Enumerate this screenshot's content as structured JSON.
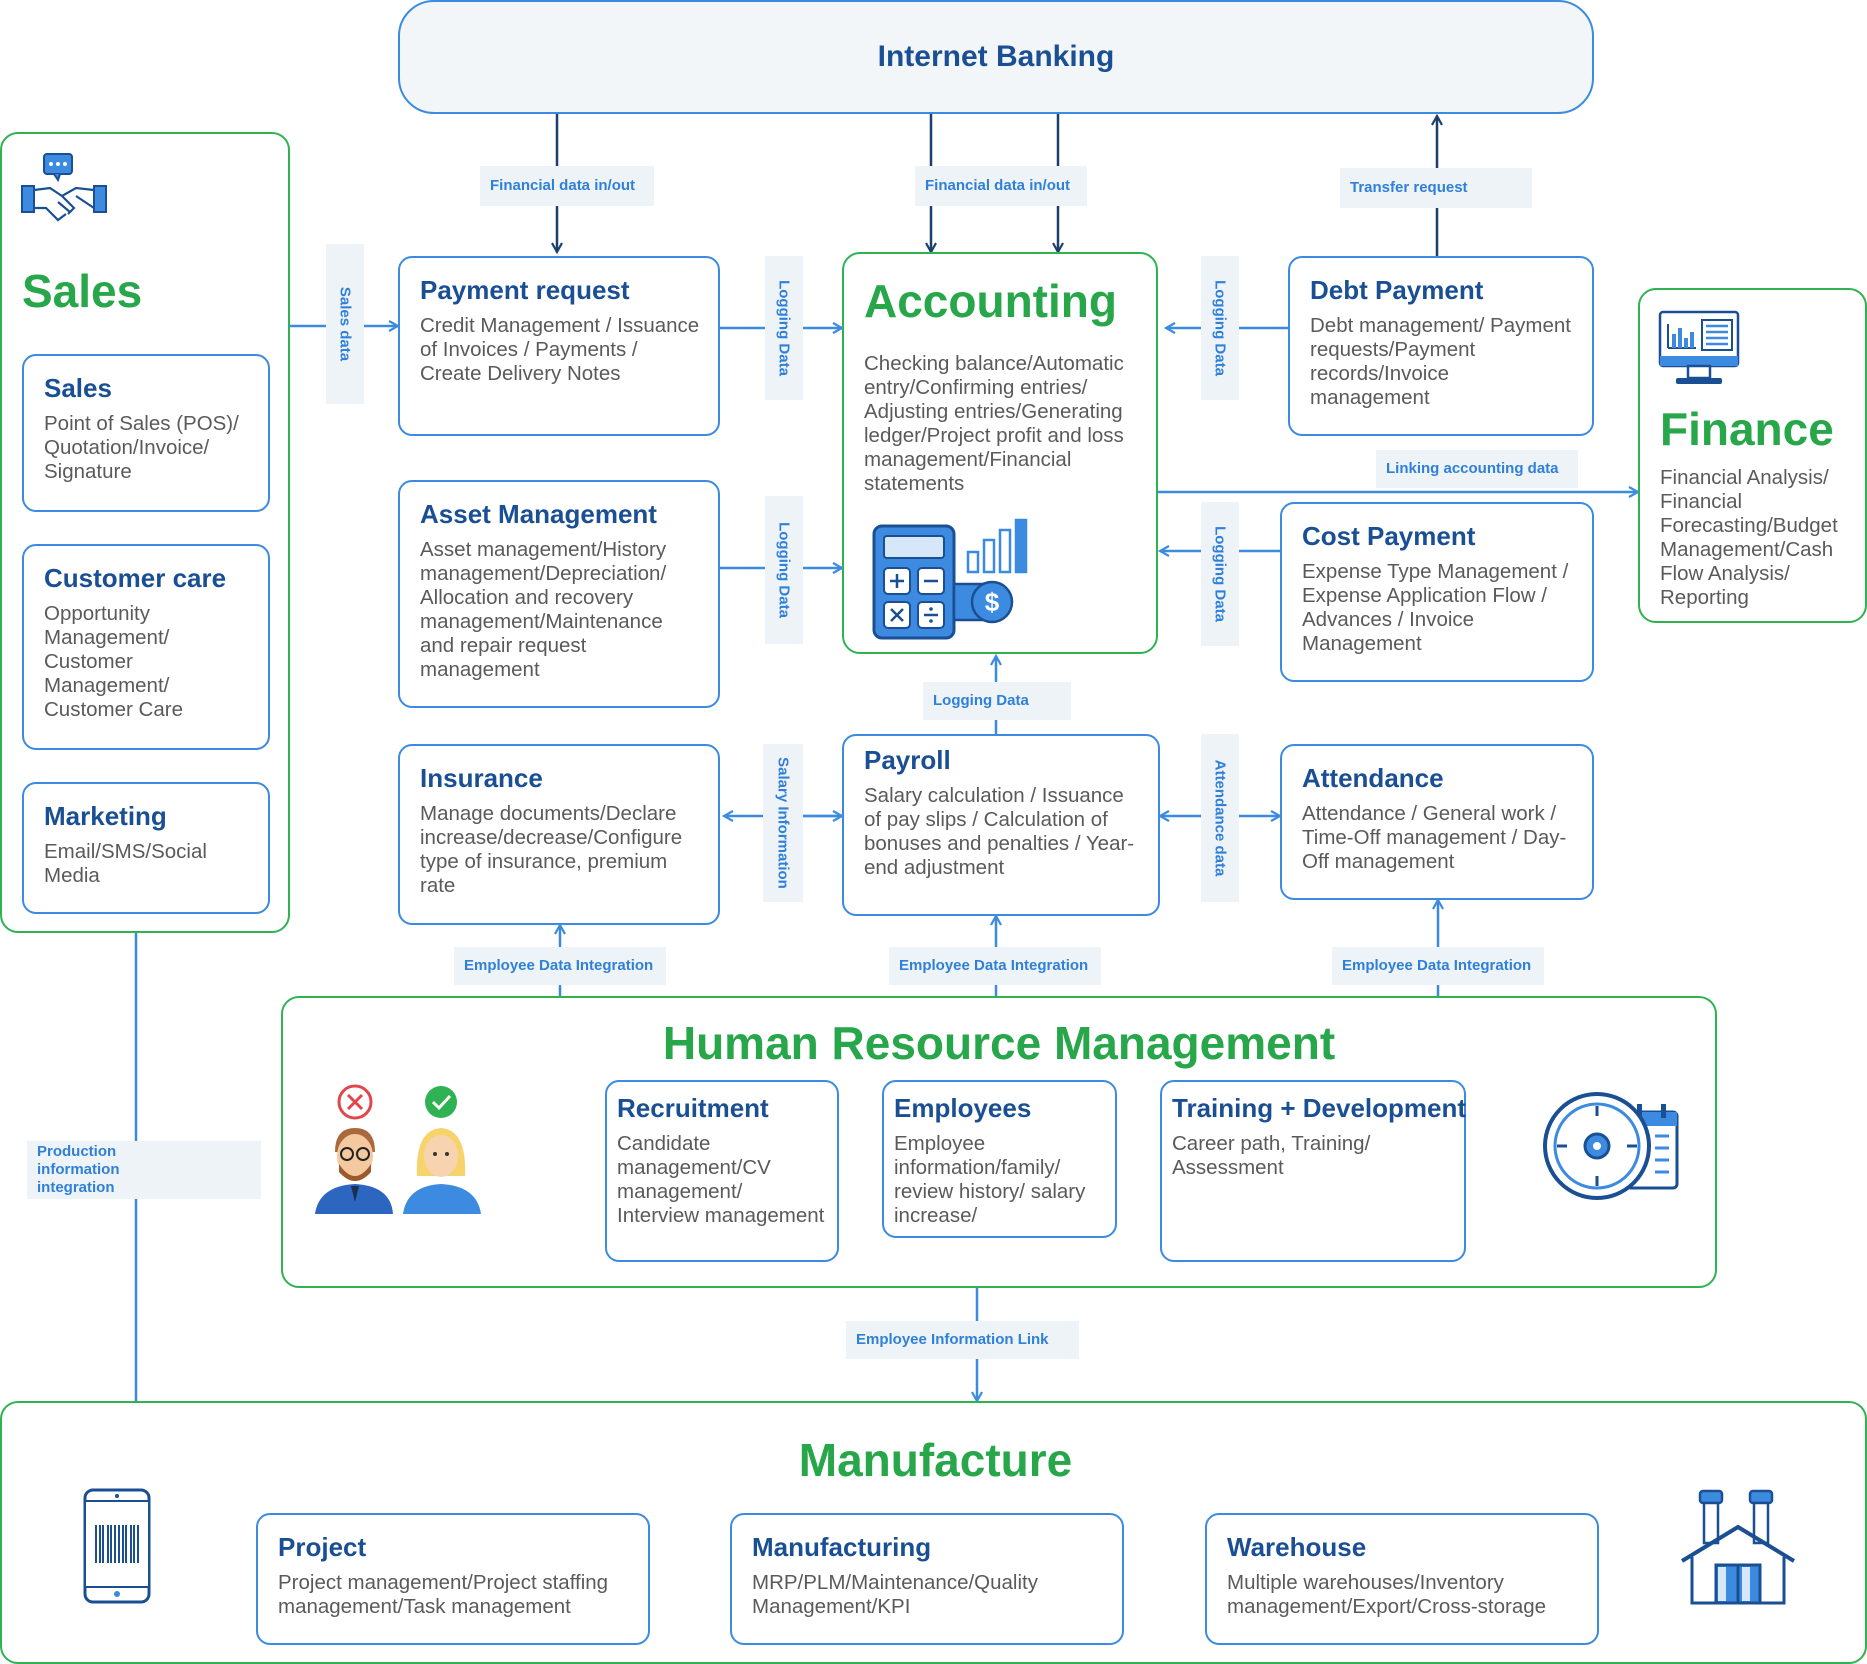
{
  "internet_banking": {
    "title": "Internet Banking"
  },
  "sales_panel": {
    "title": "Sales",
    "icon": "handshake-icon",
    "modules": [
      {
        "title": "Sales",
        "desc": "Point of Sales (POS)/ Quotation/Invoice/ Signature"
      },
      {
        "title": "Customer care",
        "desc": "Opportunity Management/ Customer Management/ Customer Care"
      },
      {
        "title": "Marketing",
        "desc": "Email/SMS/Social Media"
      }
    ]
  },
  "finance_panel": {
    "title": "Finance",
    "icon": "monitor-chart-icon",
    "desc": "Financial Analysis/ Financial Forecasting/Budget Management/Cash Flow Analysis/ Reporting"
  },
  "accounting": {
    "title": "Accounting",
    "icon": "calculator-icon",
    "desc": "Checking balance/Automatic entry/Confirming entries/ Adjusting entries/Generating ledger/Project profit and loss management/Financial statements"
  },
  "modules": {
    "payment_request": {
      "title": "Payment request",
      "desc": "Credit Management / Issuance of Invoices / Payments / Create Delivery Notes"
    },
    "debt_payment": {
      "title": "Debt Payment",
      "desc": "Debt management/ Payment requests/Payment records/Invoice management"
    },
    "asset_management": {
      "title": "Asset Management",
      "desc": "Asset management/History management/Depreciation/ Allocation and recovery management/Maintenance and repair request management"
    },
    "cost_payment": {
      "title": "Cost Payment",
      "desc": "Expense Type Management / Expense Application Flow / Advances / Invoice Management"
    },
    "insurance": {
      "title": "Insurance",
      "desc": "Manage documents/Declare increase/decrease/Configure type of insurance, premium rate"
    },
    "payroll": {
      "title": "Payroll",
      "desc": "Salary calculation / Issuance of pay slips / Calculation of bonuses and penalties / Year-end adjustment"
    },
    "attendance": {
      "title": "Attendance",
      "desc": "Attendance / General work / Time-Off management / Day-Off management"
    }
  },
  "hrm": {
    "title": "Human Resource Management",
    "icons": [
      "rejected-candidate-icon",
      "approved-candidate-icon",
      "clock-calendar-icon"
    ],
    "modules": [
      {
        "title": "Recruitment",
        "desc": "Candidate management/CV management/ Interview management"
      },
      {
        "title": "Employees",
        "desc": "Employee information/family/ review history/ salary increase/"
      },
      {
        "title": "Training + Development",
        "desc": "Career path, Training/ Assessment"
      }
    ]
  },
  "manufacture": {
    "title": "Manufacture",
    "icons": [
      "barcode-phone-icon",
      "factory-icon"
    ],
    "modules": [
      {
        "title": "Project",
        "desc": "Project management/Project staffing management/Task management"
      },
      {
        "title": "Manufacturing",
        "desc": "MRP/PLM/Maintenance/Quality Management/KPI"
      },
      {
        "title": "Warehouse",
        "desc": "Multiple warehouses/Inventory management/Export/Cross-storage"
      }
    ]
  },
  "connectors": {
    "financial_in_out_1": "Financial data in/out",
    "financial_in_out_2": "Financial data in/out",
    "transfer_request": "Transfer request",
    "sales_data": "Sales data",
    "logging_data_payment": "Logging Data",
    "logging_data_debt": "Logging Data",
    "logging_data_asset": "Logging Data",
    "logging_data_cost": "Logging Data",
    "logging_data_payroll": "Logging Data",
    "linking_accounting": "Linking accounting data",
    "salary_information": "Salary Information",
    "attendance_data": "Attendance data",
    "employee_integration_1": "Employee Data Integration",
    "employee_integration_2": "Employee Data Integration",
    "employee_integration_3": "Employee Data Integration",
    "production_integration": "Production information integration",
    "employee_information_link": "Employee Information Link"
  },
  "colors": {
    "green": "#2fb352",
    "blue_border": "#3c8be0",
    "navy": "#1a4f94",
    "label_bg": "#eef3f8",
    "label_text": "#2f80d8"
  }
}
